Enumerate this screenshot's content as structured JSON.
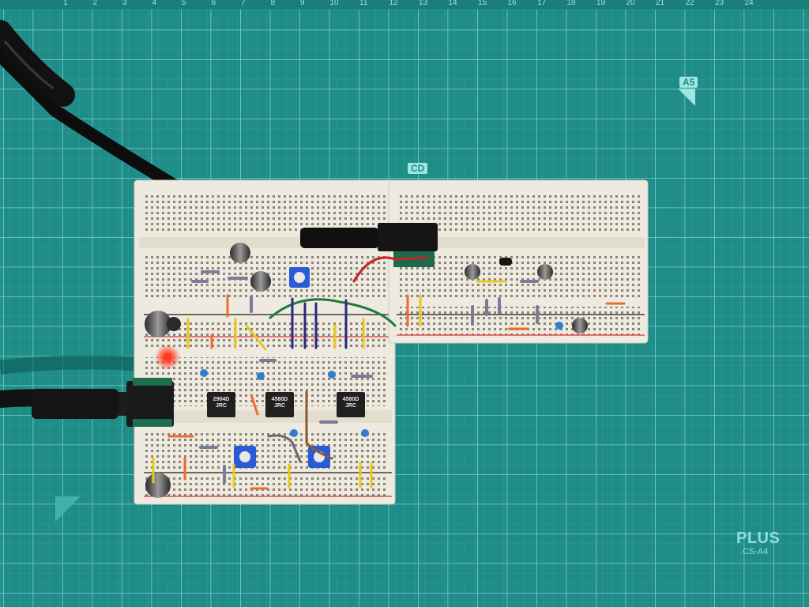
{
  "mat": {
    "ruler_numbers": [
      "1",
      "2",
      "3",
      "4",
      "5",
      "6",
      "7",
      "8",
      "9",
      "10",
      "11",
      "12",
      "13",
      "14",
      "15",
      "16",
      "17",
      "18",
      "19",
      "20",
      "21",
      "22",
      "23",
      "24"
    ],
    "corner_label": "A5",
    "size_label": "CD",
    "brand": "PLUS",
    "model": "CS-A4",
    "colors": {
      "mat": "#1f8c88",
      "grid_line": "#5fc4c0",
      "breadboard": "#eeeae0"
    }
  },
  "circuit": {
    "chips": [
      {
        "part": "2904D",
        "maker": "JRC"
      },
      {
        "part": "4580D",
        "maker": "JRC"
      },
      {
        "part": "4580D",
        "maker": "JRC"
      }
    ],
    "led_color": "#ff2a1a"
  }
}
